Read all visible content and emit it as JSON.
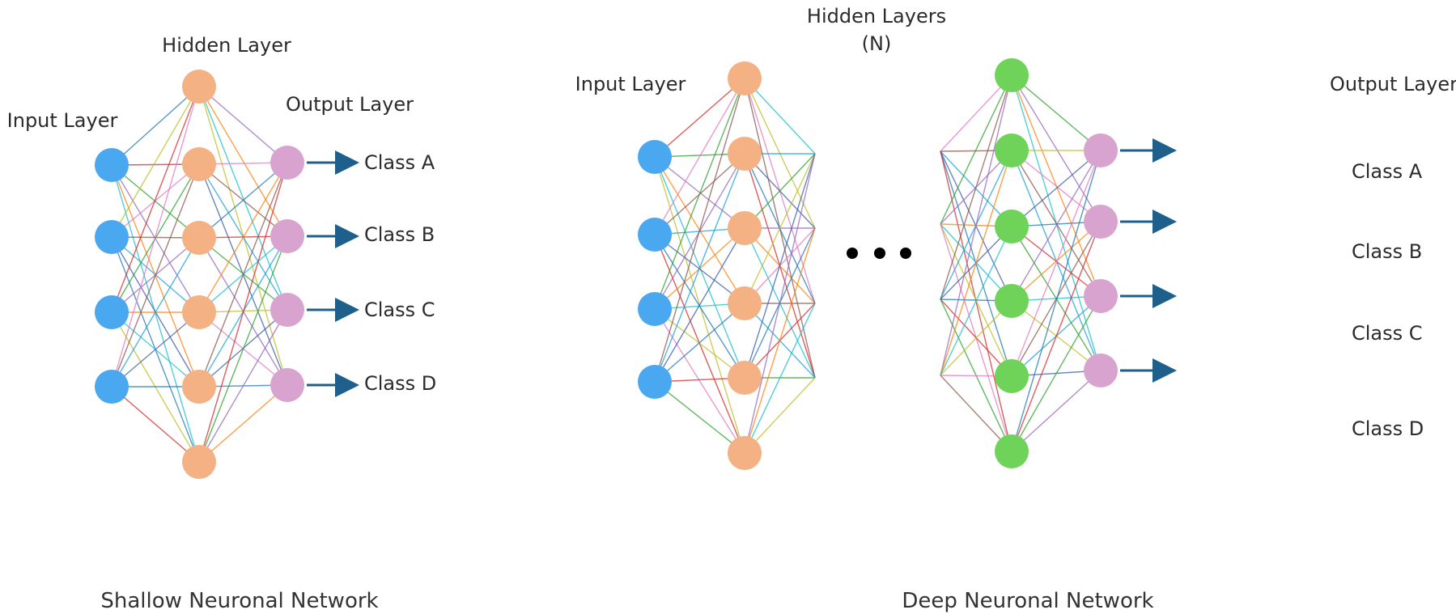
{
  "colors": {
    "input_node": "#4aa8f0",
    "hidden_node": "#f4b183",
    "deep_hidden_last_node": "#6fd35a",
    "output_node": "#d9a3cf",
    "arrow": "#1f5f8b",
    "text": "#2b2b2b"
  },
  "shallow": {
    "title": "Shallow Neuronal Network",
    "input_label": "Input Layer",
    "hidden_label": "Hidden Layer",
    "output_label": "Output Layer",
    "classes": [
      "Class A",
      "Class B",
      "Class C",
      "Class D"
    ]
  },
  "deep": {
    "title": "Deep Neuronal Network",
    "input_label": "Input Layer",
    "hidden_label_line1": "Hidden Layers",
    "hidden_label_line2": "(N)",
    "output_label": "Output Layer",
    "classes": [
      "Class A",
      "Class B",
      "Class C",
      "Class D"
    ],
    "ellipsis": "• • •"
  }
}
